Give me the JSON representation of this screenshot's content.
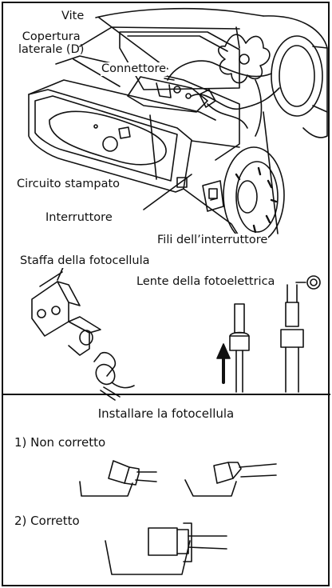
{
  "top_figure": {
    "labels": {
      "vite": "Vite",
      "copertura": "Copertura\nlaterale (D)",
      "connettore": "Connettore",
      "circuito": "Circuito stampato",
      "interruttore": "Interruttore",
      "fili": "Fili dell’interruttore"
    }
  },
  "middle_figure": {
    "labels": {
      "staffa": "Staffa della fotocellula",
      "lente": "Lente della fotoelettrica"
    }
  },
  "install_section": {
    "title": "Installare la fotocellula",
    "step1": "1) Non corretto",
    "step2": "2) Corretto"
  },
  "colors": {
    "line": "#111111",
    "background": "#ffffff"
  }
}
